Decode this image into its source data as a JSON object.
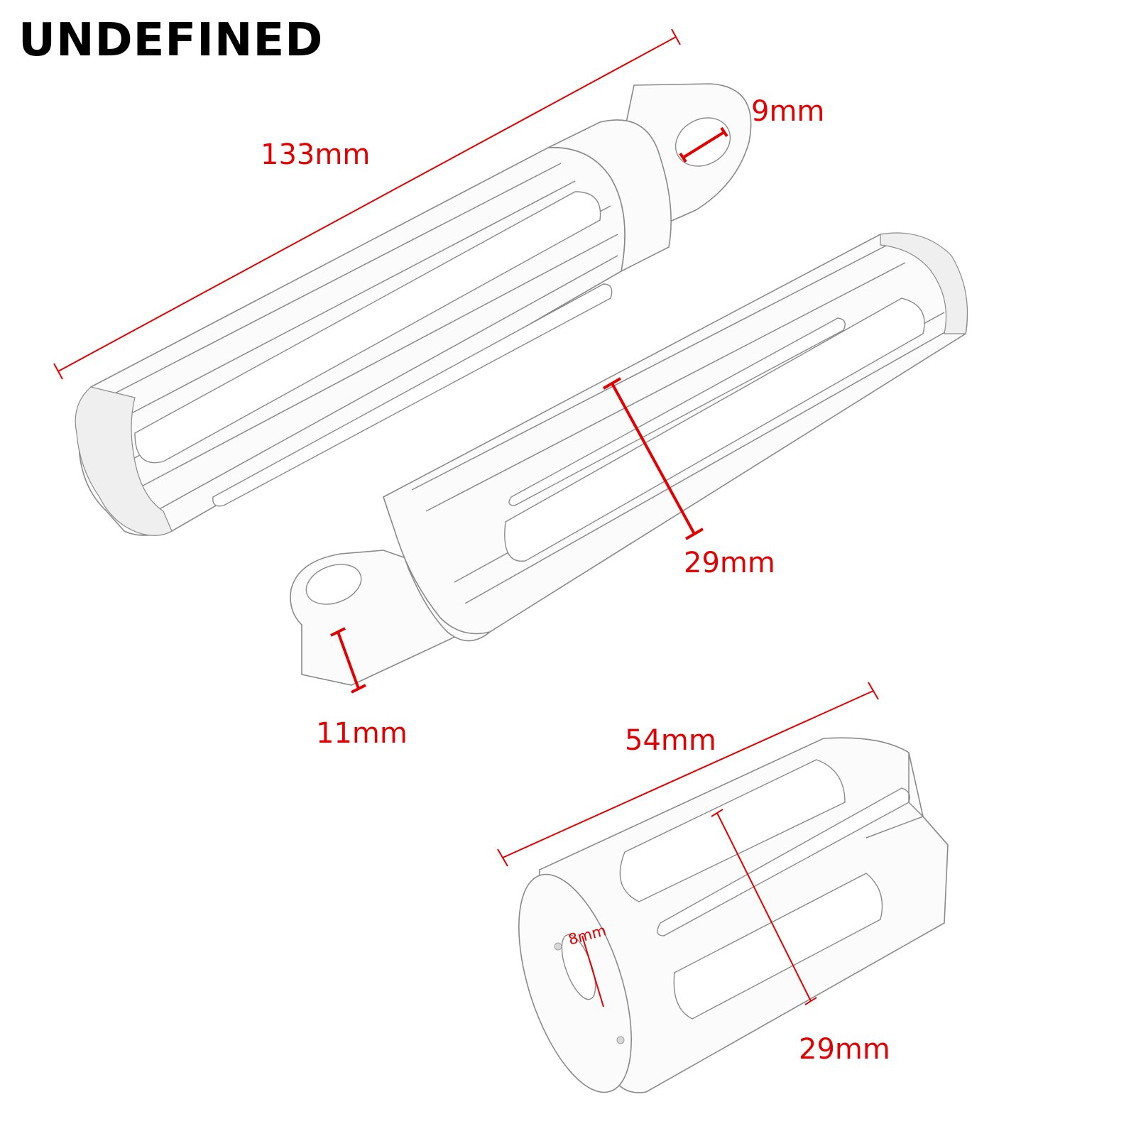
{
  "brand": {
    "text": "UNDEFINED",
    "color": "#000000"
  },
  "accent_color": "#e30000",
  "line_color": "#8a8a8a",
  "parts": [
    {
      "name": "footpeg-upper",
      "dimensions": {
        "length": "133mm",
        "mount_hole": "9mm"
      }
    },
    {
      "name": "footpeg-lower",
      "dimensions": {
        "diameter": "29mm",
        "mount_width": "11mm"
      }
    },
    {
      "name": "shifter-peg",
      "dimensions": {
        "length": "54mm",
        "diameter": "29mm",
        "bore": "8mm"
      }
    }
  ],
  "labels": {
    "length_133": "133mm",
    "hole_9": "9mm",
    "diameter_29_peg": "29mm",
    "width_11": "11mm",
    "length_54": "54mm",
    "bore_8": "8mm",
    "diameter_29_shifter": "29mm"
  }
}
